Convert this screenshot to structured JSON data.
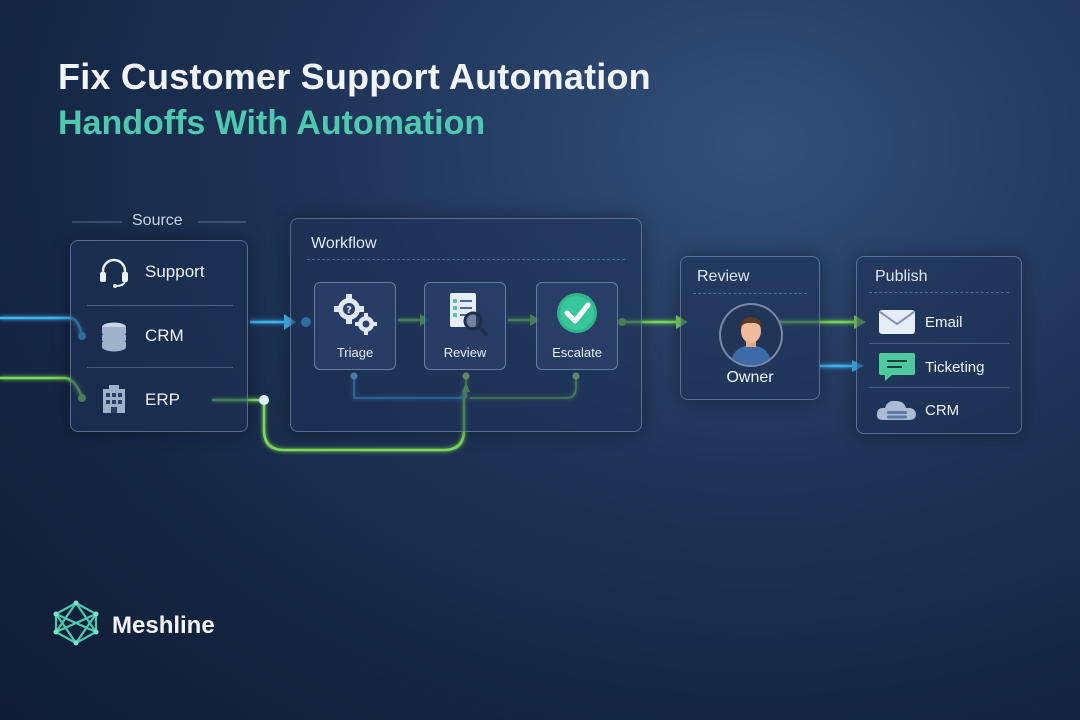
{
  "title": {
    "line1": "Fix Customer Support Automation",
    "line2": "Handoffs With Automation"
  },
  "source": {
    "label": "Source",
    "items": [
      {
        "label": "Support",
        "icon": "headset-icon"
      },
      {
        "label": "CRM",
        "icon": "database-icon"
      },
      {
        "label": "ERP",
        "icon": "building-icon"
      }
    ]
  },
  "workflow": {
    "label": "Workflow",
    "steps": [
      {
        "label": "Triage",
        "icon": "gears-icon"
      },
      {
        "label": "Review",
        "icon": "checklist-search-icon"
      },
      {
        "label": "Escalate",
        "icon": "checkmark-icon"
      }
    ]
  },
  "review": {
    "label": "Review",
    "owner_label": "Owner",
    "icon": "person-avatar-icon"
  },
  "publish": {
    "label": "Publish",
    "items": [
      {
        "label": "Email",
        "icon": "envelope-icon"
      },
      {
        "label": "Ticketing",
        "icon": "chat-bubble-icon"
      },
      {
        "label": "CRM",
        "icon": "cloud-icon"
      }
    ]
  },
  "brand": {
    "name": "Meshline",
    "icon": "mesh-logo-icon"
  },
  "colors": {
    "accent_green": "#7ed957",
    "accent_blue": "#3fb5f0",
    "title_teal": "#4ec9b0"
  }
}
